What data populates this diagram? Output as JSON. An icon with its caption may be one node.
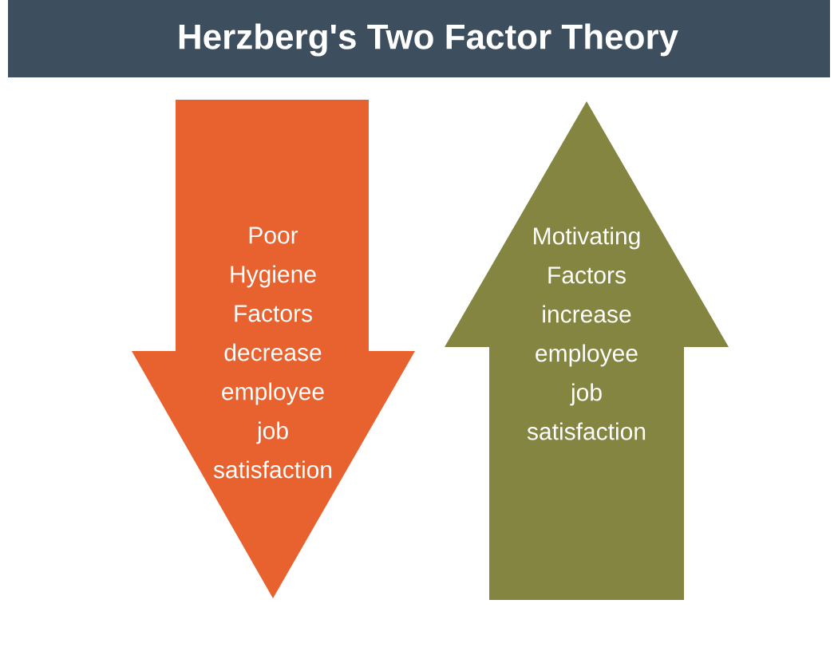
{
  "diagram": {
    "title": "Herzberg's Two Factor Theory",
    "nodes": [
      {
        "text": [
          "Poor Hygiene Factors decrease employee job satisfaction"
        ]
      },
      {
        "text": [
          "Motivating Factors increase employee job satisfaction"
        ]
      }
    ]
  }
}
